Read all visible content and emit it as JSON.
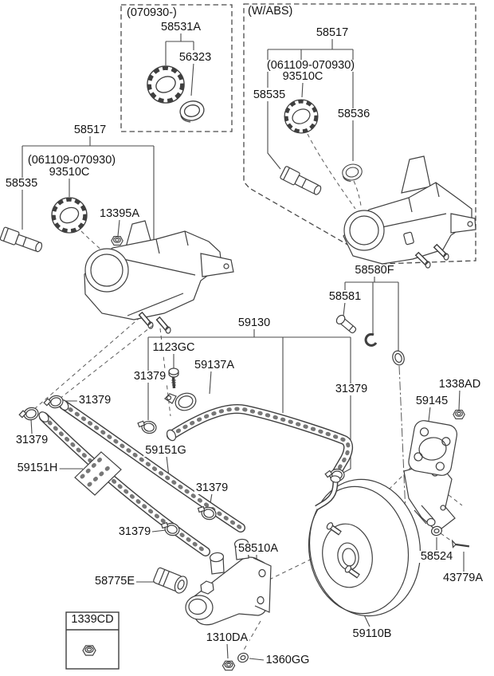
{
  "diagram": {
    "background": "#ffffff",
    "line_color": "#3f3f3f",
    "dash_color": "#5a5a5a",
    "text_color": "#141414"
  },
  "insets": {
    "late_production": {
      "header": "(070930-)",
      "cap": "58531A",
      "ring": "56323"
    },
    "with_abs": {
      "header": "(W/ABS)",
      "reservoir_assy": "58517",
      "date_range": "(061109-070930)",
      "cap": "93510C",
      "level_sensor": "58535",
      "ring": "58536",
      "hose_kit": "58580F"
    }
  },
  "main": {
    "reservoir": {
      "assy": "58517",
      "date_range": "(061109-070930)",
      "cap": "93510C",
      "level_sensor": "58535",
      "nut": "13395A"
    },
    "hose_kit": {
      "pin": "58581"
    },
    "vacuum_hose": {
      "assy": "59130",
      "bolt": "1123GC",
      "clamp_bracket": "59137A",
      "clamp": "31379"
    },
    "reservoir_hoses": {
      "hose_h": "59151H",
      "hose_g": "59151G"
    },
    "booster": {
      "assy": "59110B",
      "gasket": "59145",
      "gasket_nut": "1338AD",
      "washer": "58524",
      "clevis_pin": "43779A"
    },
    "master_cylinder": {
      "assy": "58510A",
      "plug": "58775E",
      "nut_kit": "1339CD",
      "nut": "1310DA",
      "washer": "1360GG"
    }
  }
}
